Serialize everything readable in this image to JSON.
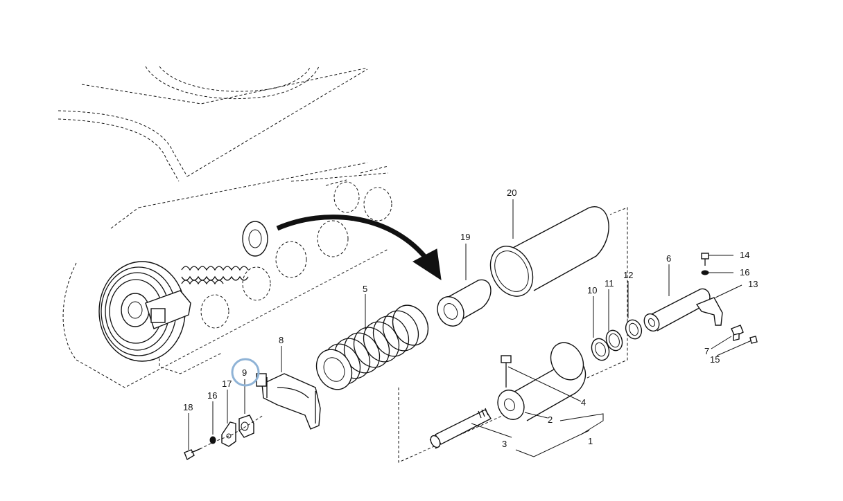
{
  "diagram": {
    "callouts": [
      {
        "id": "c1",
        "label": "1"
      },
      {
        "id": "c2",
        "label": "2"
      },
      {
        "id": "c3",
        "label": "3"
      },
      {
        "id": "c4",
        "label": "4"
      },
      {
        "id": "c5",
        "label": "5"
      },
      {
        "id": "c6",
        "label": "6"
      },
      {
        "id": "c7",
        "label": "7"
      },
      {
        "id": "c8",
        "label": "8"
      },
      {
        "id": "c9",
        "label": "9"
      },
      {
        "id": "c10",
        "label": "10"
      },
      {
        "id": "c11",
        "label": "11"
      },
      {
        "id": "c12",
        "label": "12"
      },
      {
        "id": "c13",
        "label": "13"
      },
      {
        "id": "c14",
        "label": "14"
      },
      {
        "id": "c15",
        "label": "15"
      },
      {
        "id": "c16a",
        "label": "16"
      },
      {
        "id": "c16b",
        "label": "16"
      },
      {
        "id": "c17",
        "label": "17"
      },
      {
        "id": "c18",
        "label": "18"
      },
      {
        "id": "c19",
        "label": "19"
      },
      {
        "id": "c20",
        "label": "20"
      }
    ],
    "highlight": {
      "callout": "9",
      "color": "#8fb3d6"
    }
  }
}
